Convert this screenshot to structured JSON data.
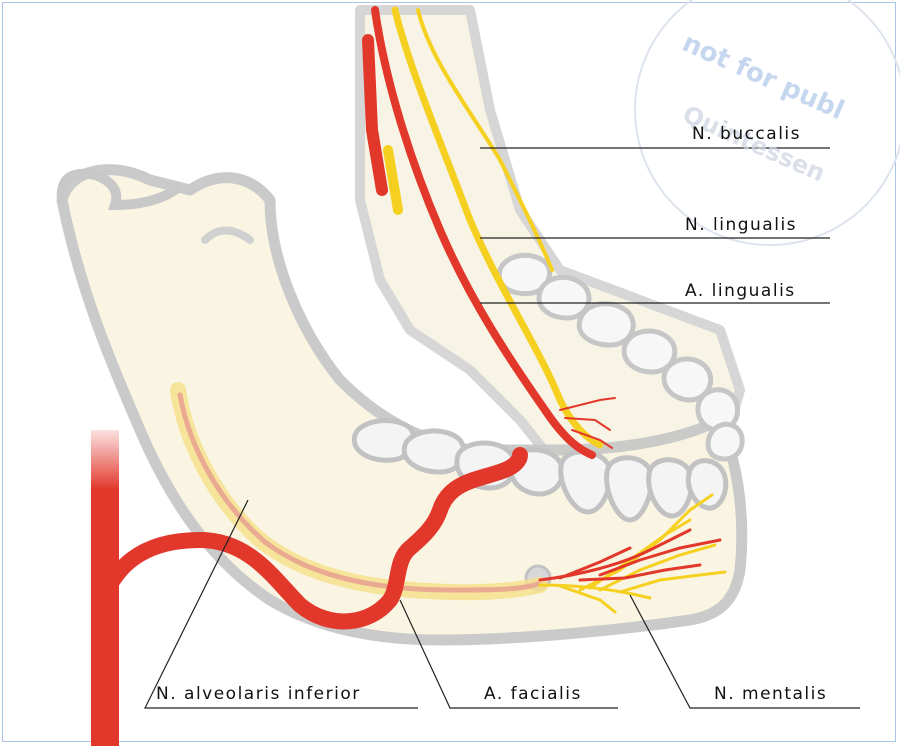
{
  "labels": {
    "n_buccalis": "N. buccalis",
    "n_lingualis": "N. lingualis",
    "a_lingualis": "A. lingualis",
    "n_alveolaris_inferior": "N. alveolaris inferior",
    "a_facialis": "A. facialis",
    "n_mentalis": "N. mentalis"
  },
  "watermark": {
    "text": "not for publ",
    "seal_text": "Quintessen"
  },
  "colors": {
    "artery": "#e2372b",
    "nerve": "#f5d020",
    "bone_fill": "#fbf5e2",
    "bone_outline": "#c9c9c9",
    "frame": "#a9c4e4"
  }
}
